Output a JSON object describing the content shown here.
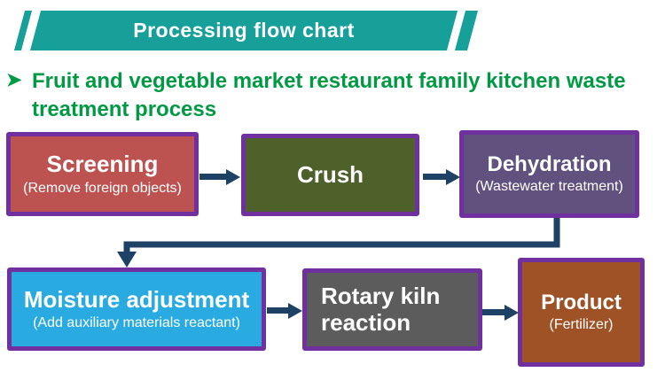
{
  "banner": {
    "title": "Processing flow chart",
    "color": "#16a099"
  },
  "heading": {
    "bullet_icon": "chevron-right-icon",
    "bullet_glyph": "➤",
    "text": "Fruit and vegetable market restaurant family kitchen waste treatment process",
    "color": "#009a44"
  },
  "flow": {
    "border_color": "#7030a0",
    "arrow_color": "#1e4265",
    "boxes": [
      {
        "title": "Screening",
        "subtitle": "(Remove foreign objects)",
        "fill": "#bc5351"
      },
      {
        "title": "Crush",
        "subtitle": "",
        "fill": "#4e612b"
      },
      {
        "title": "Dehydration",
        "subtitle": "(Wastewater treatment)",
        "fill": "#60517f"
      },
      {
        "title": "Moisture adjustment",
        "subtitle": "(Add auxiliary materials reactant)",
        "fill": "#29abe2"
      },
      {
        "title": "Rotary kiln reaction",
        "subtitle": "",
        "fill": "#5c5c5c"
      },
      {
        "title": "Product",
        "subtitle": "(Fertilizer)",
        "fill": "#9f5226"
      }
    ],
    "sequence": "Screening → Crush → Dehydration → Moisture adjustment → Rotary kiln reaction → Product"
  }
}
